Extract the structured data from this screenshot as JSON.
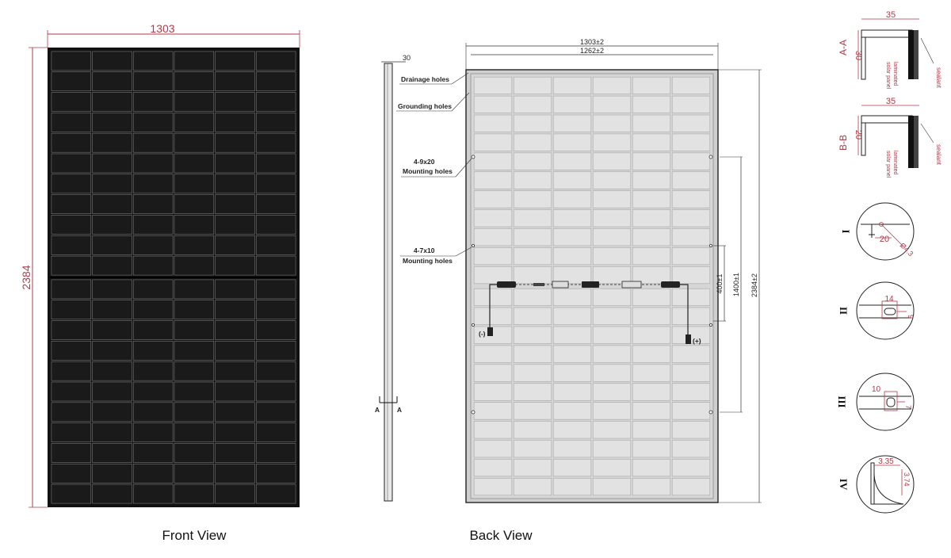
{
  "front": {
    "caption": "Front View",
    "width_dim": "1303",
    "height_dim": "2384"
  },
  "side": {
    "top_dim": "30",
    "section_label": "A"
  },
  "back": {
    "caption": "Back View",
    "outer_width_dim": "1303±2",
    "inner_width_dim": "1262±2",
    "height_dim": "2384±2",
    "hole_span_dim": "1400±1",
    "hole_span_inner_dim": "400±1",
    "labels": {
      "drainage": "Drainage holes",
      "grounding": "Grounding holes",
      "mount_9x20_a": "4-9x20",
      "mount_9x20_b": "Mounting holes",
      "mount_7x10_a": "4-7x10",
      "mount_7x10_b": "Mounting holes"
    },
    "negative": "(-)",
    "positive": "(+)"
  },
  "details": {
    "aa": {
      "label": "A-A",
      "width": "35",
      "height": "30",
      "sealant": "sealant",
      "panel_a": "laminated",
      "panel_b": "solar panel"
    },
    "bb": {
      "label": "B-B",
      "width": "35",
      "height": "20",
      "sealant": "sealant",
      "panel_a": "laminated",
      "panel_b": "solar panel"
    },
    "d1": {
      "roman": "I",
      "dim_a": "20",
      "dim_b": "Ø4.3"
    },
    "d2": {
      "roman": "II",
      "dim_a": "14",
      "dim_b": "9"
    },
    "d3": {
      "roman": "III",
      "dim_a": "10",
      "dim_b": "7"
    },
    "d4": {
      "roman": "IV",
      "dim_a": "3.35",
      "dim_b": "3.74"
    }
  },
  "colors": {
    "dimension_red": "#b03a48",
    "frame_black": "#111111",
    "cell_dark": "#1a1a1a",
    "cell_light": "#e2e2e2"
  }
}
